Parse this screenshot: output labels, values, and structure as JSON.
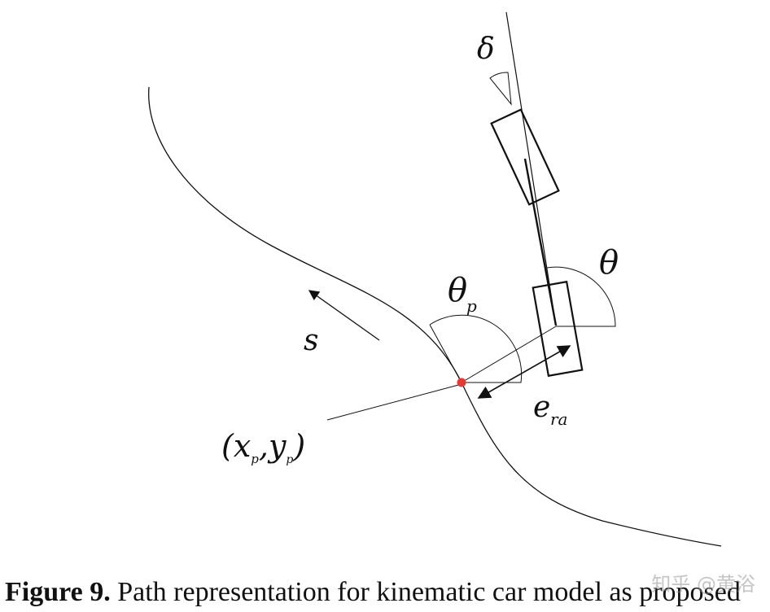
{
  "labels": {
    "delta": "δ",
    "theta": "θ",
    "theta_p": "θ",
    "theta_p_sub": "p",
    "s": "s",
    "e_ra": "e",
    "e_ra_sub": "ra",
    "point": "(x",
    "point_sub1": "p",
    "point_mid": ",y",
    "point_sub2": "p",
    "point_end": ")"
  },
  "caption": {
    "label": "Figure 9.",
    "text": " Path representation for kinematic car model as proposed"
  },
  "watermark": "知乎 @黄浴",
  "colors": {
    "line": "#111111",
    "point": "#e53935"
  }
}
